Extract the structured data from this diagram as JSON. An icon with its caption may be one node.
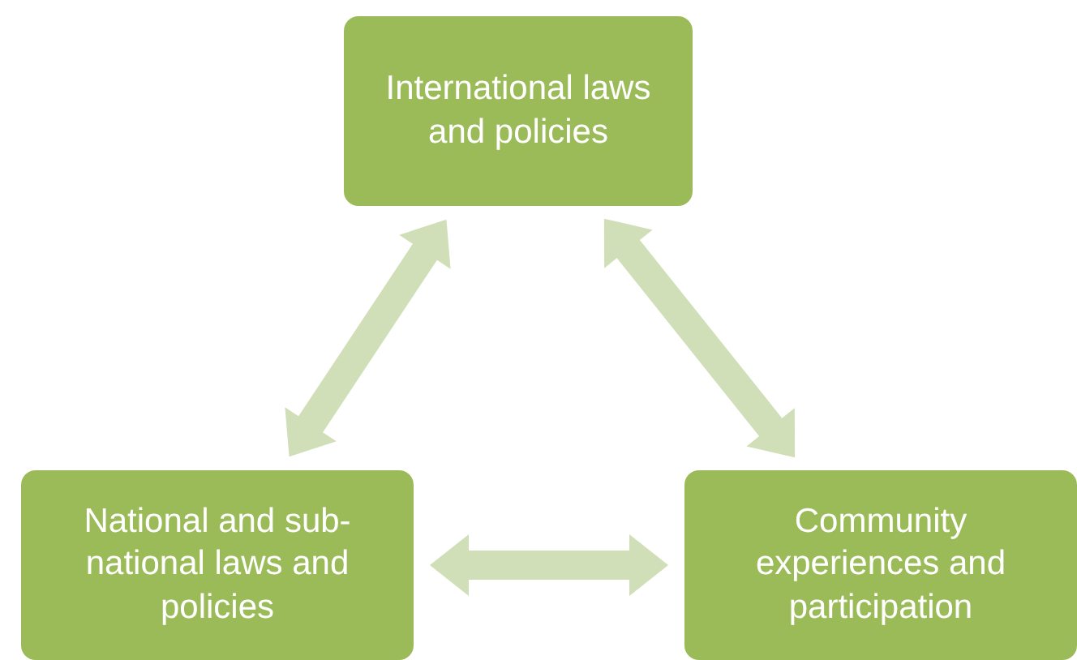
{
  "diagram": {
    "nodes": [
      {
        "text": [
          "International laws and policies"
        ]
      },
      {
        "text": [
          "National and sub-national laws and policies"
        ]
      },
      {
        "text": [
          "Community experiences and participation"
        ]
      }
    ],
    "edges": [
      {
        "from": 1,
        "to": 0,
        "arrow": "both",
        "style": "thick"
      },
      {
        "from": 0,
        "to": 2,
        "arrow": "both",
        "style": "thick"
      },
      {
        "from": 1,
        "to": 2,
        "arrow": "both",
        "style": "thick"
      }
    ]
  }
}
